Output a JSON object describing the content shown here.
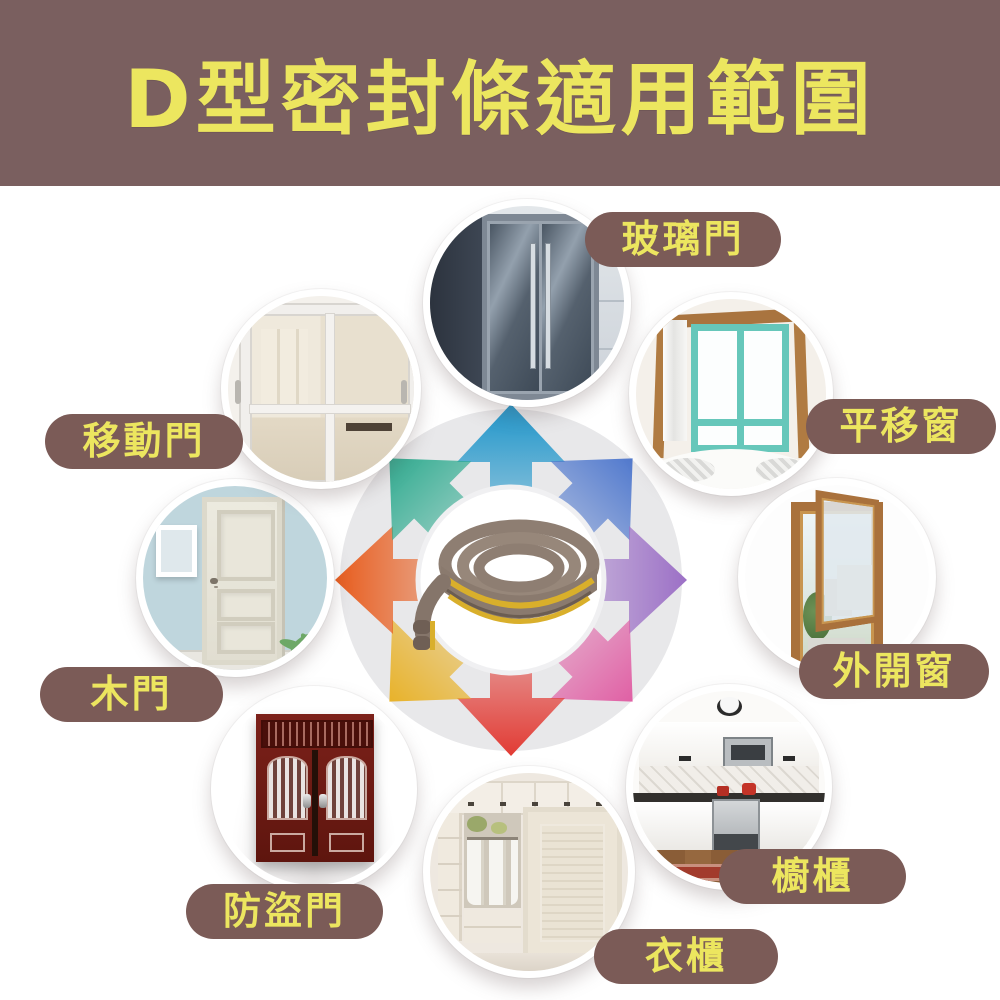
{
  "header": {
    "title": "D型密封條適用範圍"
  },
  "theme": {
    "header_bg": "#7a5f5f",
    "pill_bg": "#7b5b57",
    "accent_text": "#ece65f",
    "page_bg": "#ffffff"
  },
  "hub": {
    "description": "d-type-seal-strip-coil-product-photo",
    "strip_color": "#8e7e72",
    "tape_color": "#d9af2b",
    "arrows": [
      {
        "name": "arrow-up-icon",
        "color": "#1e95ca"
      },
      {
        "name": "arrow-up-right-icon",
        "color": "#4e77cd"
      },
      {
        "name": "arrow-right-icon",
        "color": "#9c70c6"
      },
      {
        "name": "arrow-down-right-icon",
        "color": "#e05da3"
      },
      {
        "name": "arrow-down-icon",
        "color": "#e23b34"
      },
      {
        "name": "arrow-down-left-icon",
        "color": "#e8b126"
      },
      {
        "name": "arrow-left-icon",
        "color": "#e85c1d"
      },
      {
        "name": "arrow-up-left-icon",
        "color": "#2caa8e"
      }
    ]
  },
  "applications": [
    {
      "id": "glass-door",
      "label": "玻璃門",
      "position": "top"
    },
    {
      "id": "sliding-window",
      "label": "平移窗",
      "position": "top-right"
    },
    {
      "id": "outward-window",
      "label": "外開窗",
      "position": "right"
    },
    {
      "id": "cabinet",
      "label": "櫥櫃",
      "position": "bottom-right"
    },
    {
      "id": "wardrobe",
      "label": "衣櫃",
      "position": "bottom"
    },
    {
      "id": "security-door",
      "label": "防盜門",
      "position": "bottom-left"
    },
    {
      "id": "wooden-door",
      "label": "木門",
      "position": "left"
    },
    {
      "id": "sliding-door",
      "label": "移動門",
      "position": "top-left"
    }
  ]
}
